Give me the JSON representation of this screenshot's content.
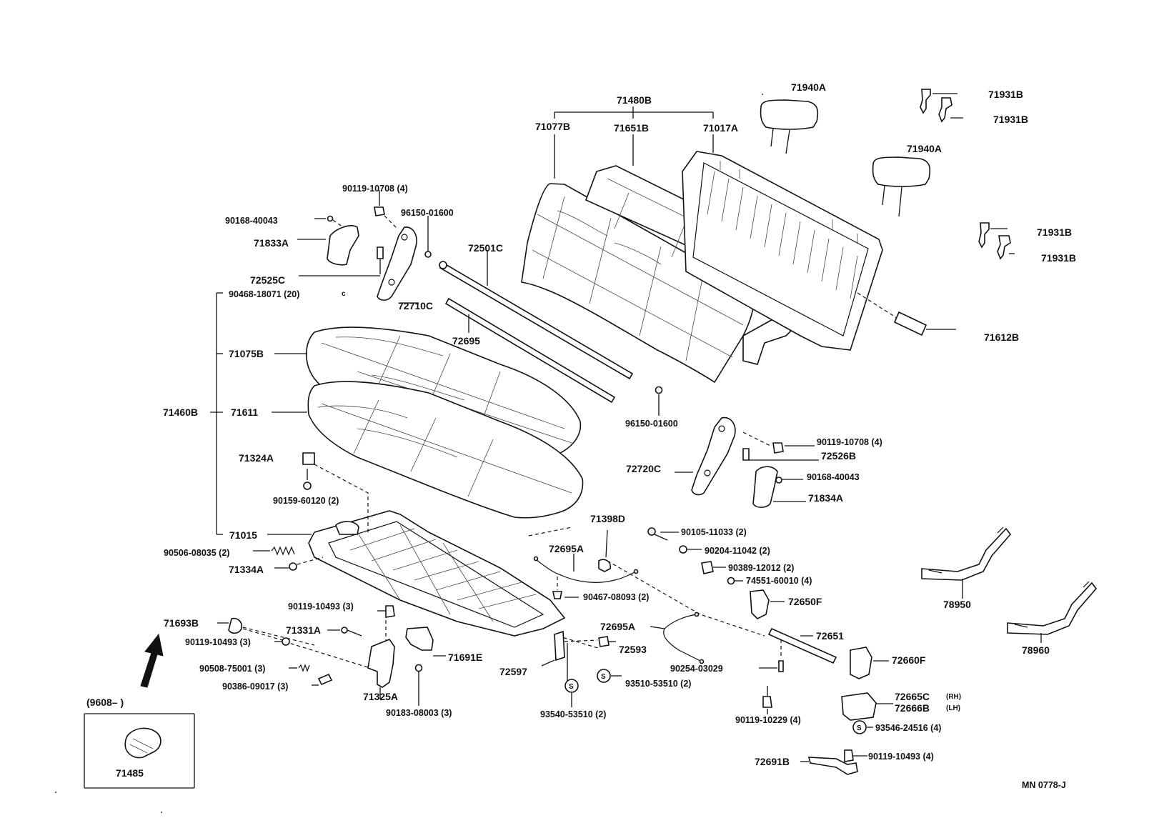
{
  "diagram": {
    "drawing_code": "MN 0778-J",
    "inset_date": "(9608–       )",
    "labels": {
      "p71480B": "71480B",
      "p71077B": "71077B",
      "p71651B": "71651B",
      "p71017A": "71017A",
      "p71940A_1": "71940A",
      "p71940A_2": "71940A",
      "p71931B_1": "71931B",
      "p71931B_2": "71931B",
      "p71931B_3": "71931B",
      "p71931B_4": "71931B",
      "p71612B": "71612B",
      "p90119_10708_a": "90119-10708 (4)",
      "p96150_01600_a": "96150-01600",
      "p90168_40043_a": "90168-40043",
      "p71833A": "71833A",
      "p72525C": "72525C",
      "p72501C": "72501C",
      "p90468_18071": "90468-18071 (20)",
      "p72710C": "72710C",
      "p72695": "72695",
      "p71075B": "71075B",
      "p71460B": "71460B",
      "p71611": "71611",
      "p96150_01600_b": "96150-01600",
      "p90119_10708_b": "90119-10708 (4)",
      "p72526B": "72526B",
      "p72720C": "72720C",
      "p90168_40043_b": "90168-40043",
      "p71834A": "71834A",
      "p71324A": "71324A",
      "p90159_60120": "90159-60120 (2)",
      "p71398D": "71398D",
      "p71015": "71015",
      "p90105_11033": "90105-11033 (2)",
      "p72695A_1": "72695A",
      "p90204_11042": "90204-11042 (2)",
      "p90506_08035": "90506-08035 (2)",
      "p90389_12012": "90389-12012 (2)",
      "p71334A": "71334A",
      "p74551_60010": "74551-60010 (4)",
      "p90467_08093": "90467-08093 (2)",
      "p72650F": "72650F",
      "p78950": "78950",
      "p90119_10493_a": "90119-10493 (3)",
      "p72695A_2": "72695A",
      "p72651": "72651",
      "p71693B": "71693B",
      "p71331A": "71331A",
      "p78960": "78960",
      "p90119_10493_b": "90119-10493 (3)",
      "p71691E": "71691E",
      "p72593": "72593",
      "p72660F": "72660F",
      "p90508_75001": "90508-75001 (3)",
      "p72597": "72597",
      "p90254_03029": "90254-03029",
      "p90386_09017": "90386-09017 (3)",
      "p71325A": "71325A",
      "p93510_53510": "93510-53510 (2)",
      "p72665C": "72665C",
      "p72665C_side": "(RH)",
      "p72666B": "72666B",
      "p72666B_side": "(LH)",
      "p90183_08003": "90183-08003 (3)",
      "p93540_53510": "93540-53510 (2)",
      "p90119_10229": "90119-10229 (4)",
      "p93546_24516": "93546-24516 (4)",
      "p72691B": "72691B",
      "p90119_10493_c": "90119-10493 (4)",
      "p71485": "71485",
      "s_1": "S",
      "s_2": "S",
      "s_3": "S"
    }
  }
}
